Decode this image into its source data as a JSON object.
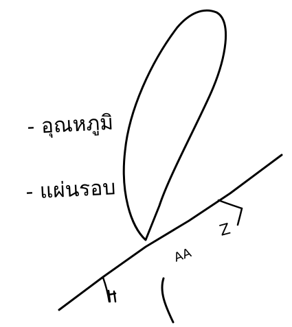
{
  "sketch": {
    "background_color": "#ffffff",
    "ink_color": "#000000",
    "handwritten_note_1": "- อุณหภูมิ",
    "handwritten_note_2": "- แผ่นรอบ",
    "handwritten_mark_a": "AA",
    "handwritten_mark_b": "Z",
    "handwritten_mark_c": "h"
  }
}
